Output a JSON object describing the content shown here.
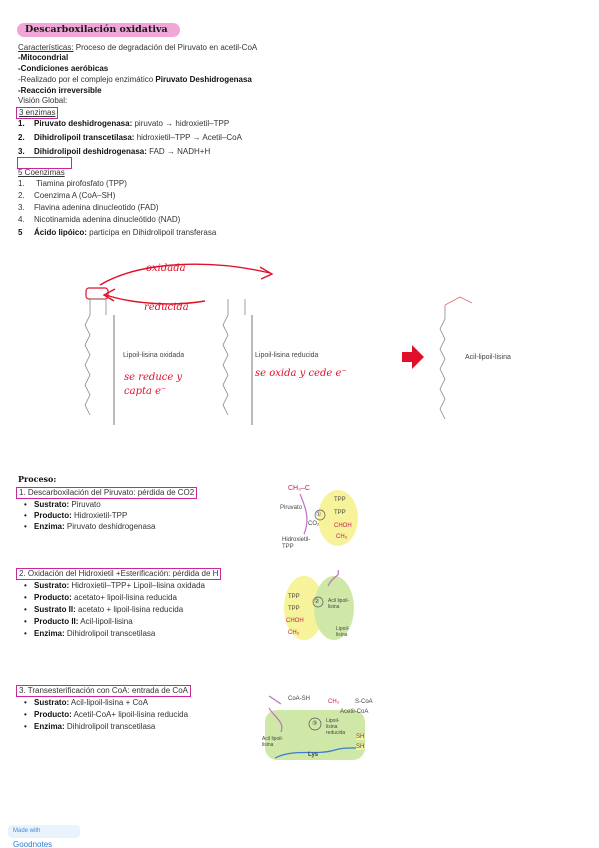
{
  "title": "Descarboxilación oxidativa",
  "caracteristicas": {
    "label": "Características:",
    "text": " Proceso de degradación del Piruvato en acetil-CoA",
    "items": [
      "-Mitocondrial",
      "-Condiciones aeróbicas"
    ],
    "realizado_pre": "-Realizado por el complejo enzimático ",
    "realizado_bold": "Piruvato Deshidrogenasa",
    "reaccion": "-Reacción irreversible",
    "vision": "Visión Global:"
  },
  "enzimas": {
    "heading": "3 enzimas",
    "items": [
      {
        "num": "1.",
        "name": "Piruvato deshidrogenasa:",
        "text": " piruvato → hidroxietil–TPP"
      },
      {
        "num": "2.",
        "name": "Dihidrolipoil transcetilasa:",
        "text": "  hidroxietil–TPP → Acetil–CoA"
      },
      {
        "num": "3.",
        "name": "Dihidrolipoil deshidrogenasa:",
        "text": " FAD → NADH+H"
      }
    ]
  },
  "coenzimas": {
    "heading": "5 Coenzimas",
    "items": [
      {
        "num": "1.",
        "text": "  Tiamina pirofosfato (TPP)"
      },
      {
        "num": "2.",
        "text": "Coenzima A (CoA–SH)"
      },
      {
        "num": "3.",
        "text": "Flavina adenina dinucleotido (FAD)"
      },
      {
        "num": "4.",
        "text": "Nicotinamida adenina dinucleótido (NAD)"
      }
    ],
    "item5_num": "5",
    "item5_bold": "Ácido lipóico:",
    "item5_text": " participa en Dihidrolipoil transferasa"
  },
  "diagram": {
    "oxidada_note": "oxidada",
    "reducida_note": "reducida",
    "label_oxidada": "Lipoil-lisina oxidada",
    "label_reducida": "Lipoil-lisina reducida",
    "label_acil": "Acil-lipoil-lisina",
    "note_reduce": "se reduce y",
    "note_capta": "capta e⁻",
    "note_oxida": "se oxida y cede e⁻"
  },
  "proceso": {
    "heading": "Proceso:",
    "steps": [
      {
        "title": "1.   Descarboxilación del Piruvato: pérdida de CO2",
        "bullets": [
          {
            "k": "Sustrato:",
            "v": " Piruvato"
          },
          {
            "k": "Producto:",
            "v": " Hidroxietil-TPP"
          },
          {
            "k": "Enzima:",
            "v": " Piruvato deshidrogenasa"
          }
        ]
      },
      {
        "title": "2.    Oxidación del Hidroxietil +Esterificación: pérdida de H",
        "bullets": [
          {
            "k": "Sustrato:",
            "v": " Hidroxietil–TPP+ Lipoil–lisina oxidada"
          },
          {
            "k": "Producto:",
            "v": " acetato+ lipoil-lisina reducida"
          },
          {
            "k": "Sustrato II:",
            "v": " acetato + lipoil-lisina reducida"
          },
          {
            "k": "Producto II:",
            "v": " Acil-lipoil-lisina"
          },
          {
            "k": "Enzima:",
            "v": " Dihidrolipoil transcetilasa"
          }
        ]
      },
      {
        "title": "3.   Transesterificación con CoA: entrada de CoA",
        "bullets": [
          {
            "k": "Sustrato:",
            "v": " Acil-lipoil-lisina + CoA"
          },
          {
            "k": "Producto:",
            "v": " Acetil-CoA+ lipoil-lisina reducida"
          },
          {
            "k": "Enzima:",
            "v": " Dihidrolipoil transcetilasa"
          }
        ]
      }
    ]
  },
  "fig1": {
    "ch3": "CH₃–C",
    "piruvato": "Piruvato",
    "tpp": "TPP",
    "co2": "CO₂",
    "chon": "CHOH",
    "ch3b": "CH₃",
    "hidroxi": "Hidroxietil-",
    "hidroxi2": "TPP",
    "step": "①"
  },
  "fig2": {
    "tpp": "TPP",
    "chon": "CHOH",
    "ch3": "CH₃",
    "acil": "Acil lipoil-lisina",
    "lipoil": "Lipoil-lisina",
    "step": "②"
  },
  "fig3": {
    "coash": "CoA-SH",
    "ch3c": "CH₃",
    "scoa": "S-CoA",
    "acetilcoa": "Acetil-CoA",
    "lipoil": "Lipoil-lisina reducida",
    "acil": "Acil lipoil-lisina",
    "sh": "SH",
    "lys": "Lys",
    "step": "③"
  },
  "footer": {
    "made": "Made with",
    "brand": "Goodnotes"
  }
}
